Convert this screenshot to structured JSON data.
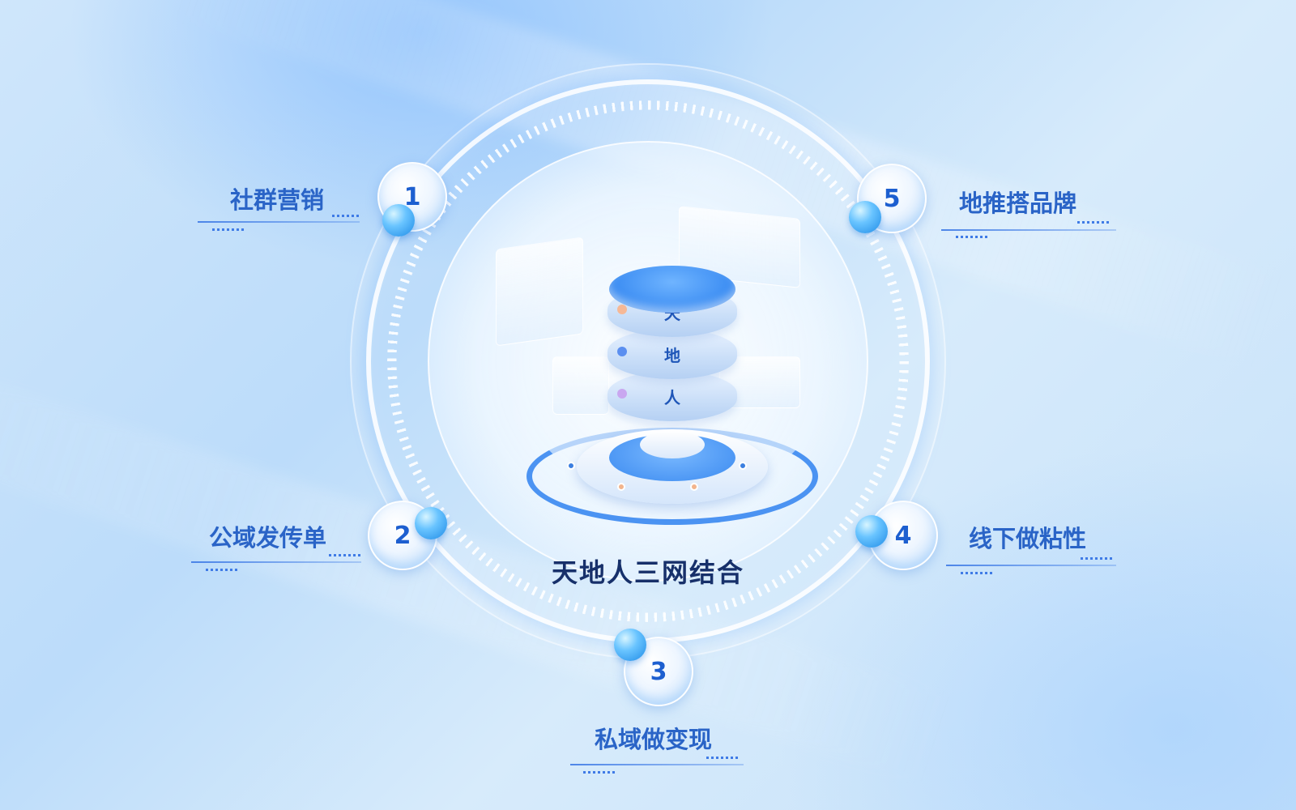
{
  "center": {
    "title": "天地人三网结合",
    "stack_labels": [
      "天",
      "地",
      "人"
    ]
  },
  "nodes": [
    {
      "number": "1",
      "label": "社群营销"
    },
    {
      "number": "2",
      "label": "公域发传单"
    },
    {
      "number": "3",
      "label": "私域做变现"
    },
    {
      "number": "4",
      "label": "线下做粘性"
    },
    {
      "number": "5",
      "label": "地推搭品牌"
    }
  ],
  "colors": {
    "accent": "#2a64c7",
    "number": "#1d5fd0",
    "title": "#17306a",
    "base_ring": "#4b93f2"
  }
}
